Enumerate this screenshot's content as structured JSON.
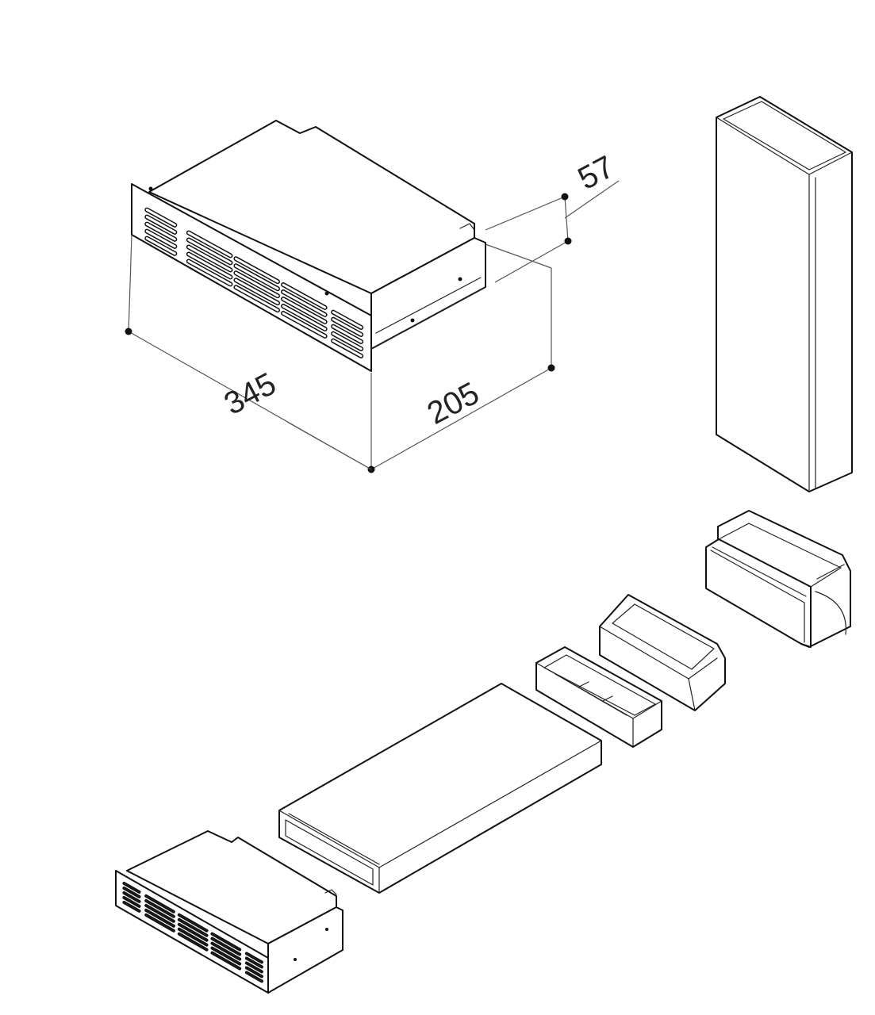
{
  "figure": {
    "dimensions": {
      "depth_label": "345",
      "width_label": "205",
      "height_label": "57"
    },
    "parts": [
      "plinth-vent-box",
      "vertical-rectangular-duct",
      "duct-bend-90",
      "duct-adapter",
      "duct-connector",
      "flat-rectangular-duct",
      "plinth-vent-box-assembly"
    ]
  }
}
